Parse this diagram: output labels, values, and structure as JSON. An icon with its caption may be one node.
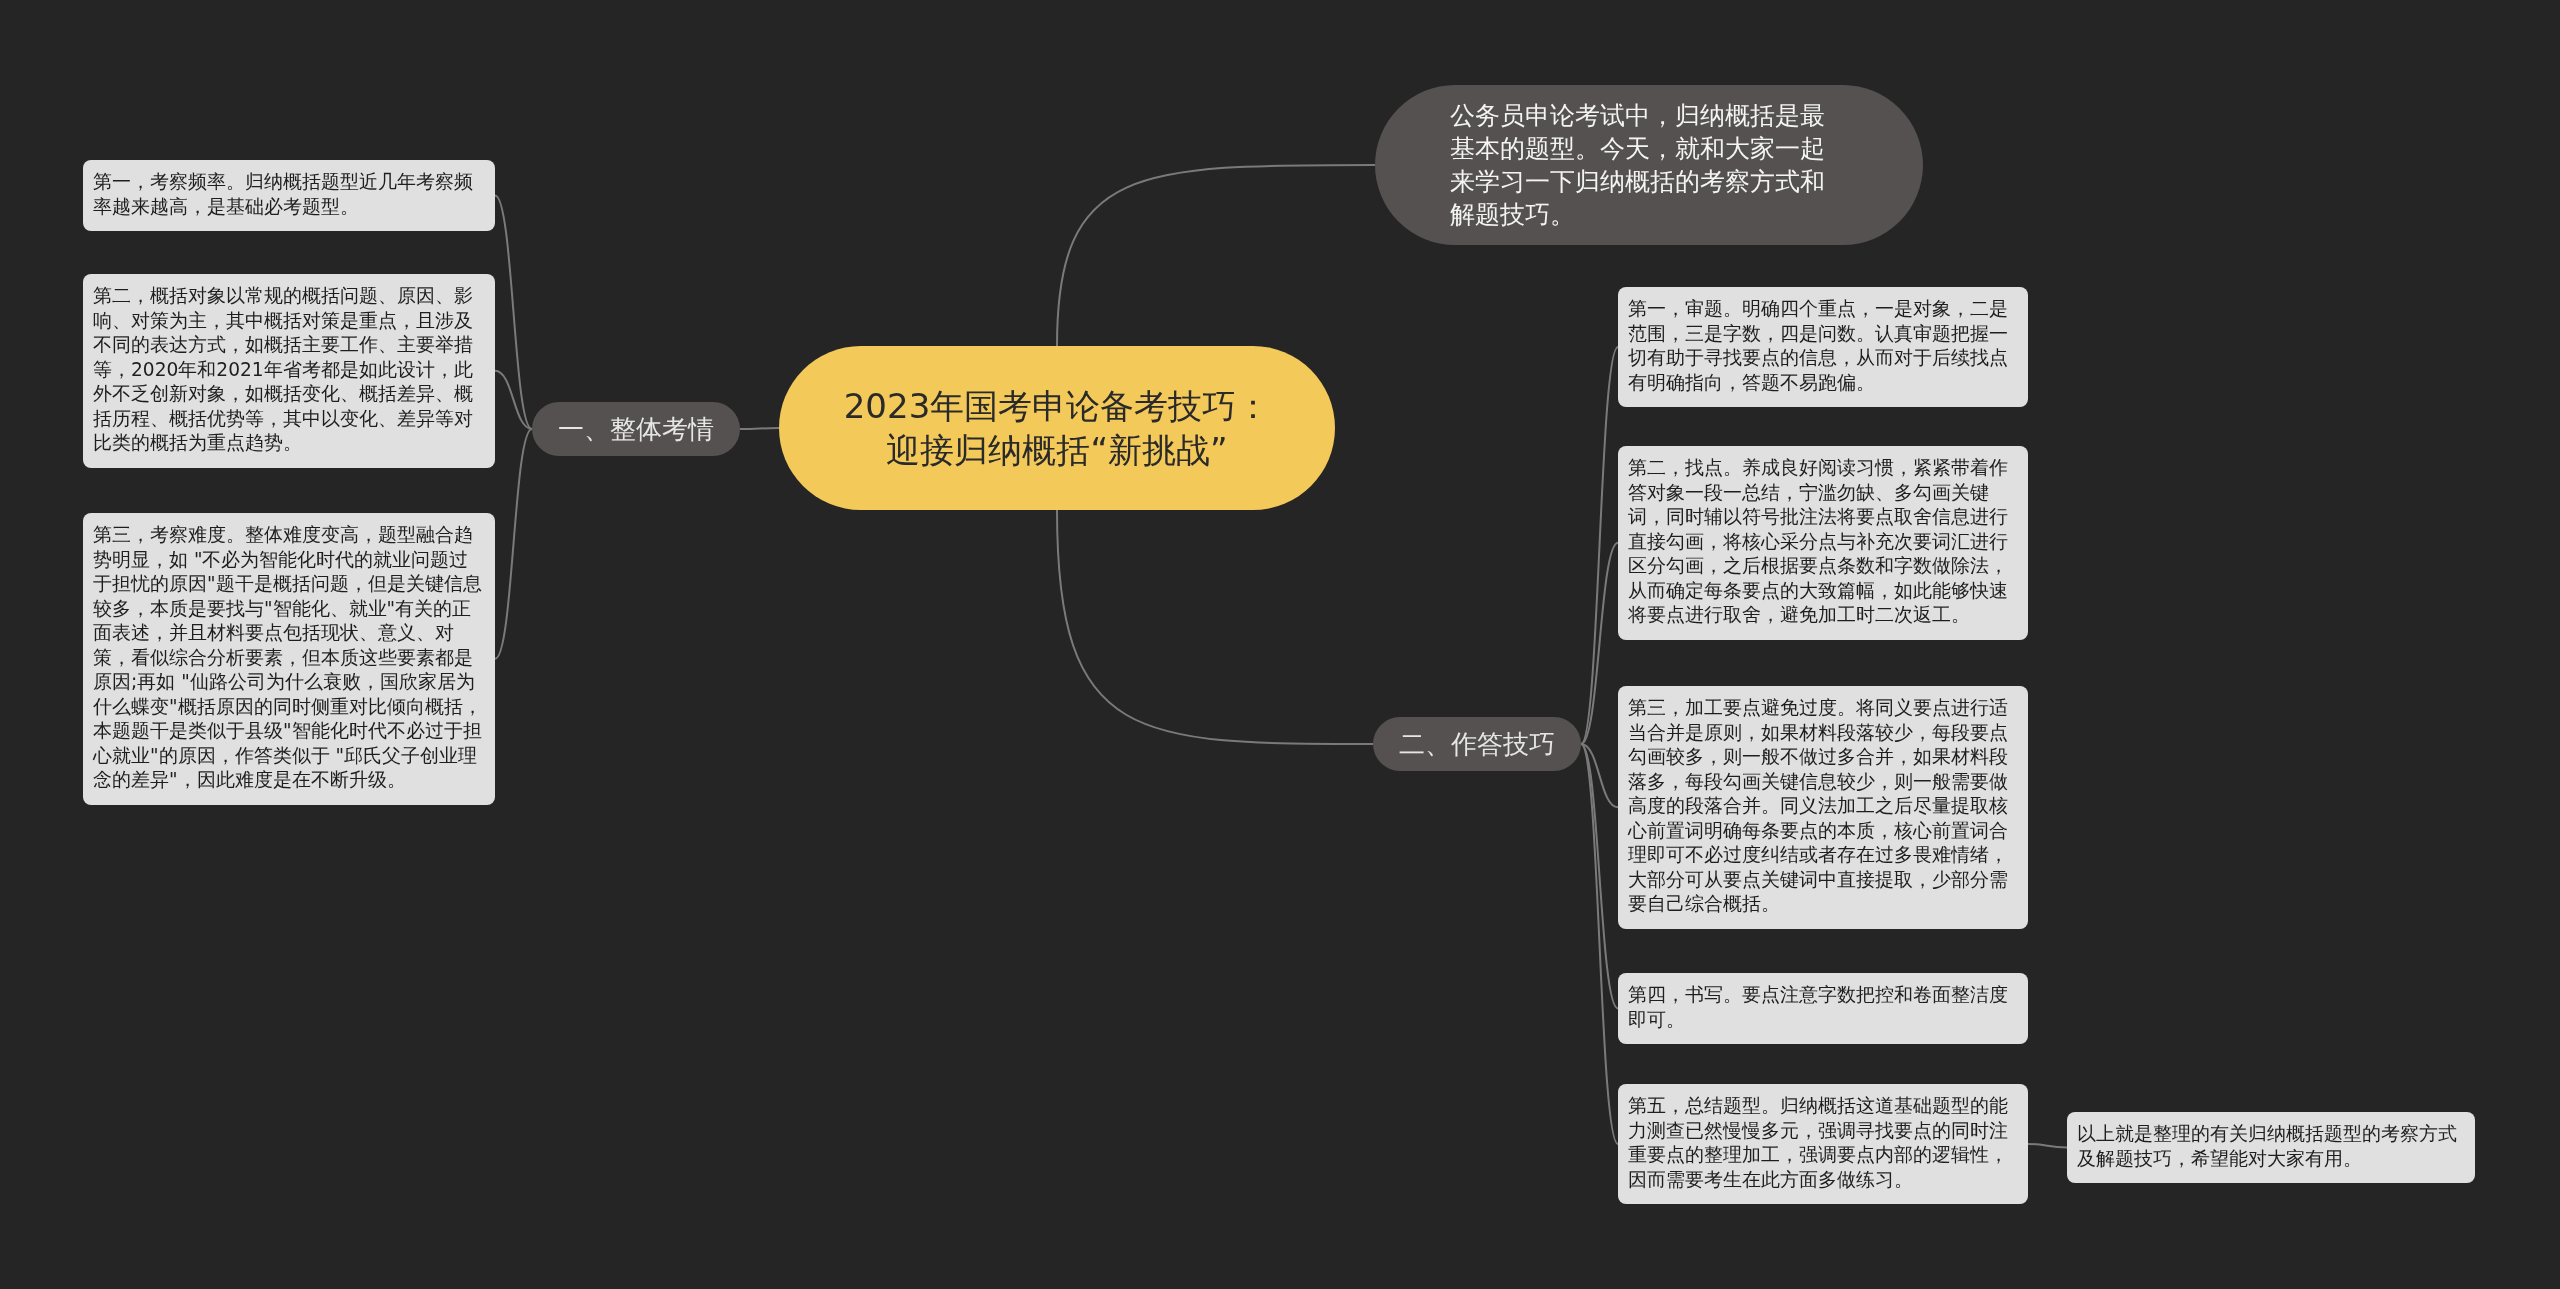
{
  "diagram": {
    "nodes": [
      {
        "text": [
          "2023年国考申论备考技巧：迎接归纳概括“新挑战”"
        ]
      },
      {
        "text": [
          "公务员申论考试中，归纳概括是最基本的题型。今天，就和大家一起来学习一下归纳概括的考察方式和解题技巧。"
        ]
      },
      {
        "text": [
          "一、整体考情"
        ]
      },
      {
        "text": [
          "第一，考察频率。归纳概括题型近几年考察频率越来越高，是基础必考题型。"
        ]
      },
      {
        "text": [
          "第二，概括对象以常规的概括问题、原因、影响、对策为主，其中概括对策是重点，且涉及不同的表达方式，如概括主要工作、主要举措等，2020年和2021年省考都是如此设计，此外不乏创新对象，如概括变化、概括差异、概括历程、概括优势等，其中以变化、差异等对比类的概括为重点趋势。"
        ]
      },
      {
        "text": [
          "第三，考察难度。整体难度变高，题型融合趋势明显，如 \"不必为智能化时代的就业问题过于担忧的原因\"题干是概括问题，但是关键信息较多，本质是要找与\"智能化、就业\"有关的正面表述，并且材料要点包括现状、意义、对策，看似综合分析要素，但本质这些要素都是原因;再如 \"仙路公司为什么衰败，国欣家居为什么蝶变\"概括原因的同时侧重对比倾向概括，本题题干是类似于县级\"智能化时代不必过于担心就业\"的原因，作答类似于 \"邱氏父子创业理念的差异\"，因此难度是在不断升级。"
        ]
      },
      {
        "text": [
          "二、作答技巧"
        ]
      },
      {
        "text": [
          "第一，审题。明确四个重点，一是对象，二是范围，三是字数，四是问数。认真审题把握一切有助于寻找要点的信息，从而对于后续找点有明确指向，答题不易跑偏。"
        ]
      },
      {
        "text": [
          "第二，找点。养成良好阅读习惯，紧紧带着作答对象一段一总结，宁滥勿缺、多勾画关键词，同时辅以符号批注法将要点取舍信息进行直接勾画，将核心采分点与补充次要词汇进行区分勾画，之后根据要点条数和字数做除法，从而确定每条要点的大致篇幅，如此能够快速将要点进行取舍，避免加工时二次返工。"
        ]
      },
      {
        "text": [
          "第三，加工要点避免过度。将同义要点进行适当合并是原则，如果材料段落较少，每段要点勾画较多，则一般不做过多合并，如果材料段落多，每段勾画关键信息较少，则一般需要做高度的段落合并。同义法加工之后尽量提取核心前置词明确每条要点的本质，核心前置词合理即可不必过度纠结或者存在过多畏难情绪，大部分可从要点关键词中直接提取，少部分需要自己综合概括。"
        ]
      },
      {
        "text": [
          "第四，书写。要点注意字数把控和卷面整洁度即可。"
        ]
      },
      {
        "text": [
          "第五，总结题型。归纳概括这道基础题型的能力测查已然慢慢多元，强调寻找要点的同时注重要点的整理加工，强调要点内部的逻辑性，因而需要考生在此方面多做练习。"
        ]
      },
      {
        "text": [
          "以上就是整理的有关归纳概括题型的考察方式及解题技巧，希望能对大家有用。"
        ]
      }
    ],
    "edges": [
      {
        "from": 0,
        "to": 1,
        "arrow": "none"
      },
      {
        "from": 0,
        "to": 2,
        "arrow": "none"
      },
      {
        "from": 2,
        "to": 3,
        "arrow": "none"
      },
      {
        "from": 2,
        "to": 4,
        "arrow": "none"
      },
      {
        "from": 2,
        "to": 5,
        "arrow": "none"
      },
      {
        "from": 0,
        "to": 6,
        "arrow": "none"
      },
      {
        "from": 6,
        "to": 7,
        "arrow": "none"
      },
      {
        "from": 6,
        "to": 8,
        "arrow": "none"
      },
      {
        "from": 6,
        "to": 9,
        "arrow": "none"
      },
      {
        "from": 6,
        "to": 10,
        "arrow": "none"
      },
      {
        "from": 6,
        "to": 11,
        "arrow": "none"
      },
      {
        "from": 11,
        "to": 12,
        "arrow": "none"
      }
    ]
  }
}
